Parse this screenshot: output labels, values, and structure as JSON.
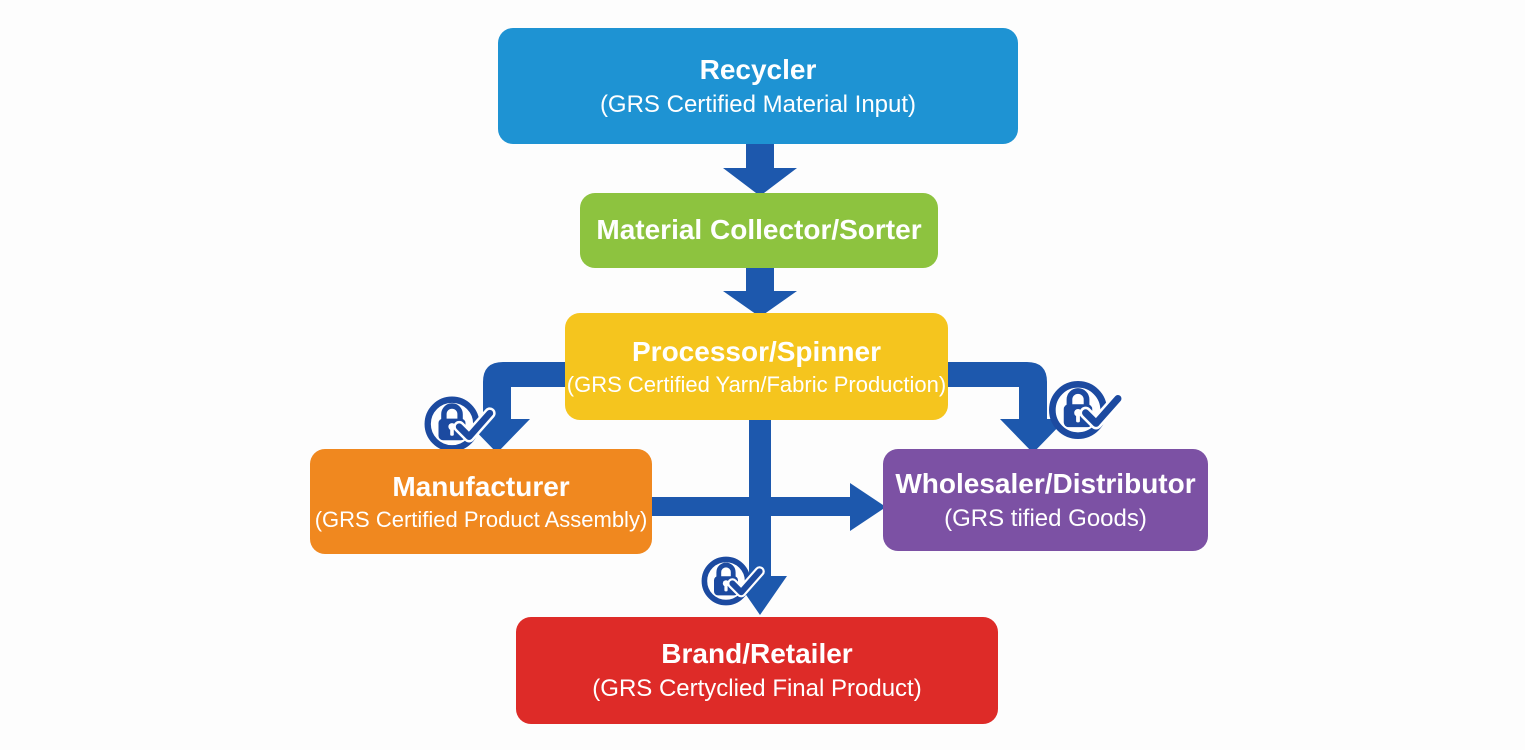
{
  "nodes": {
    "recycler": {
      "title": "Recycler",
      "subtitle": "(GRS Certified Material Input)",
      "color": "#1E93D3"
    },
    "collector": {
      "title": "Material Collector/Sorter",
      "color": "#8DC33F"
    },
    "processor": {
      "title": "Processor/Spinner",
      "subtitle": "(GRS Certified Yarn/Fabric Production)",
      "color": "#F5C51E"
    },
    "manufacturer": {
      "title": "Manufacturer",
      "subtitle": "(GRS Certified Product Assembly)",
      "color": "#F0881F"
    },
    "wholesaler": {
      "title": "Wholesaler/Distributor",
      "subtitle": "(GRS tified Goods)",
      "color": "#7C51A4"
    },
    "brand": {
      "title": "Brand/Retailer",
      "subtitle": "(GRS Certyclied Final Product)",
      "color": "#DE2B28"
    }
  },
  "colors": {
    "arrow": "#1D58AD",
    "lock_icon": "#1C4AA0",
    "node_text": "#FFFFFF",
    "background": "#FDFDFD"
  },
  "icons": {
    "lock_check": "lock-with-checkmark"
  }
}
